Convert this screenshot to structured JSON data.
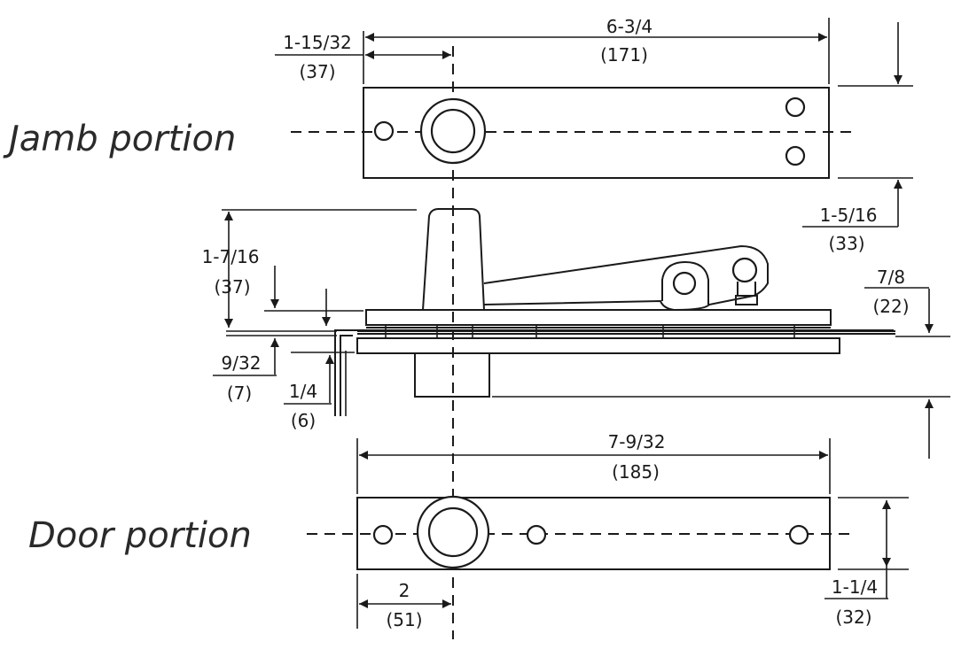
{
  "labels": {
    "jamb": "Jamb portion",
    "door": "Door portion"
  },
  "dimensions": {
    "jamb_width": {
      "inch": "6-3/4",
      "mm": "(171)"
    },
    "jamb_pivot_offset": {
      "inch": "1-15/32",
      "mm": "(37)"
    },
    "jamb_height": {
      "inch": "1-5/16",
      "mm": "(33)"
    },
    "pivot_height": {
      "inch": "1-7/16",
      "mm": "(37)"
    },
    "arm_height": {
      "inch": "7/8",
      "mm": "(22)"
    },
    "plate_thickness": {
      "inch": "9/32",
      "mm": "(7)"
    },
    "gap": {
      "inch": "1/4",
      "mm": "(6)"
    },
    "door_width": {
      "inch": "7-9/32",
      "mm": "(185)"
    },
    "door_pivot_offset": {
      "inch": "2",
      "mm": "(51)"
    },
    "door_height": {
      "inch": "1-1/4",
      "mm": "(32)"
    }
  },
  "colors": {
    "line": "#1a1a1a",
    "background": "#ffffff"
  }
}
